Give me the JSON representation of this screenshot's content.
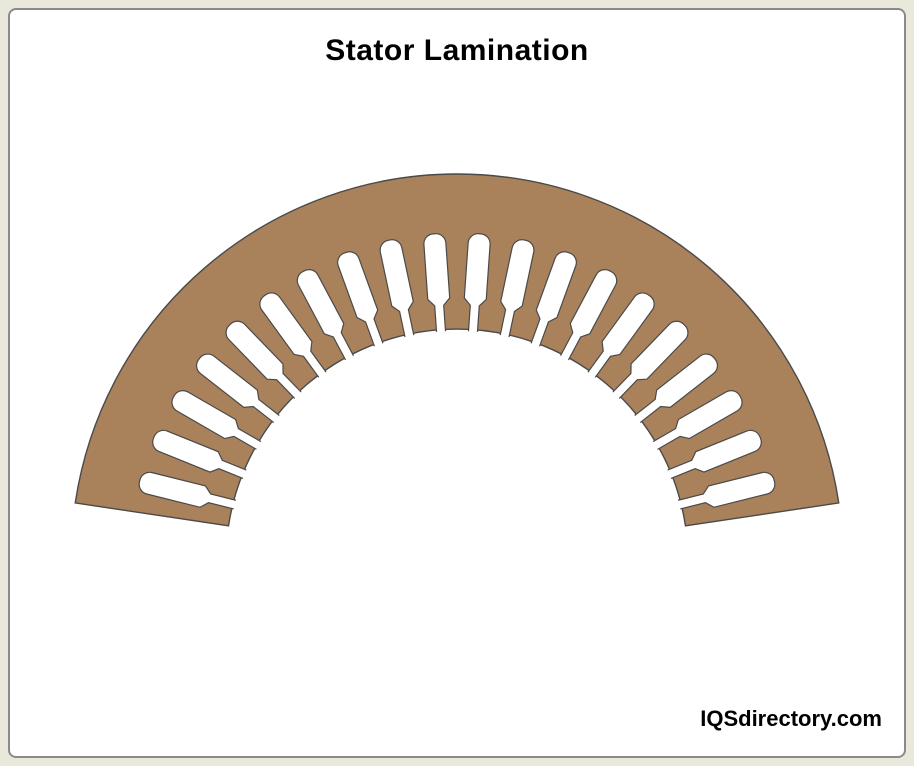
{
  "page": {
    "title": "Stator Lamination",
    "watermark": "IQSdirectory.com"
  },
  "colors": {
    "frame_background": "#eae7db",
    "card_background": "#ffffff",
    "card_border": "#8a8a8a",
    "lamination_fill": "#a9815a",
    "lamination_outline": "#4a4a4a",
    "title_color": "#000000"
  },
  "diagram": {
    "description": "Cross-section arc segment of a stator lamination with semi-closed winding slots along the inner bore",
    "slot_count": 20
  }
}
